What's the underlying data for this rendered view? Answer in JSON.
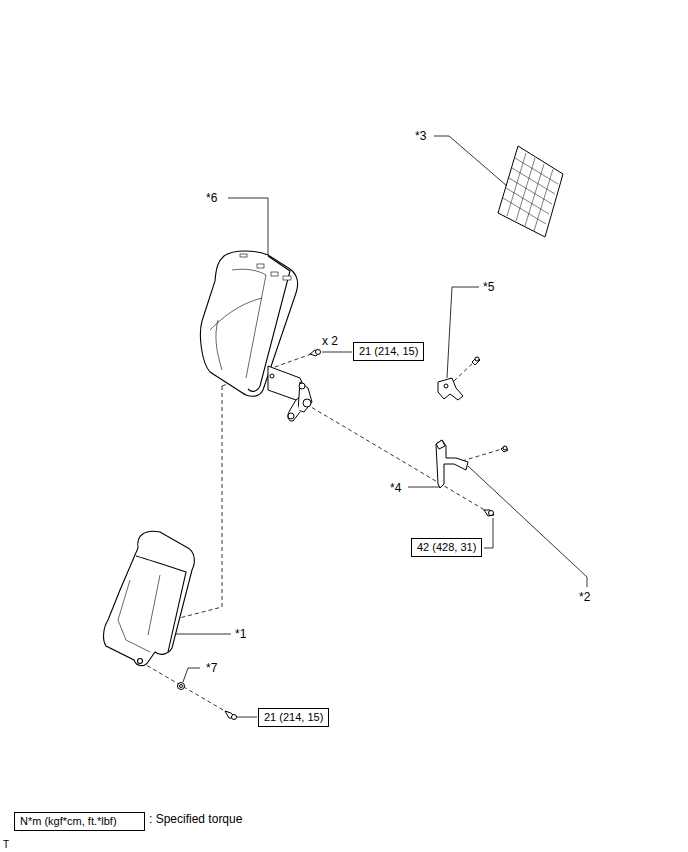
{
  "diagram": {
    "nodes": [
      {
        "text": [
          "21 (214, 15)"
        ]
      },
      {
        "text": [
          "42 (428, 31)"
        ]
      },
      {
        "text": [
          "21 (214, 15)"
        ]
      },
      {
        "text": [
          "N*m (kgf*cm, ft.*lbf)"
        ]
      }
    ],
    "labels": [
      "*3",
      "*6",
      "*5",
      "x 2",
      "*4",
      "*2",
      "*1",
      "*7",
      ": Specified torque",
      "T"
    ]
  }
}
